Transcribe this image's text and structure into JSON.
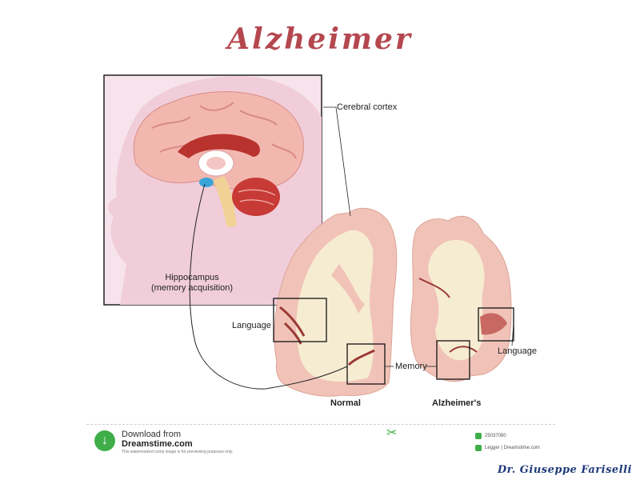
{
  "title": "Alzheimer",
  "labels": {
    "cerebral_cortex": "Cerebral cortex",
    "hippocampus_line1": "Hippocampus",
    "hippocampus_line2": "(memory acquisition)",
    "language_left": "Language",
    "language_right": "Language",
    "memory": "Memory",
    "normal": "Normal",
    "alzheimers": "Alzheimer's"
  },
  "footer": {
    "download_line1": "Download from",
    "download_line2": "Dreamstime.com",
    "download_line3": "This watermarked comp image is for previewing purposes only.",
    "image_id": "25037080",
    "credit": "Legger | Dreamstime.com"
  },
  "signature": "Dr. Giuseppe Fariselli",
  "colors": {
    "title": "#b5474f",
    "tissue": "#f1c3b8",
    "white_matter": "#f6ecd2",
    "signature": "#1f3a7a",
    "brand_green": "#3fae49"
  }
}
